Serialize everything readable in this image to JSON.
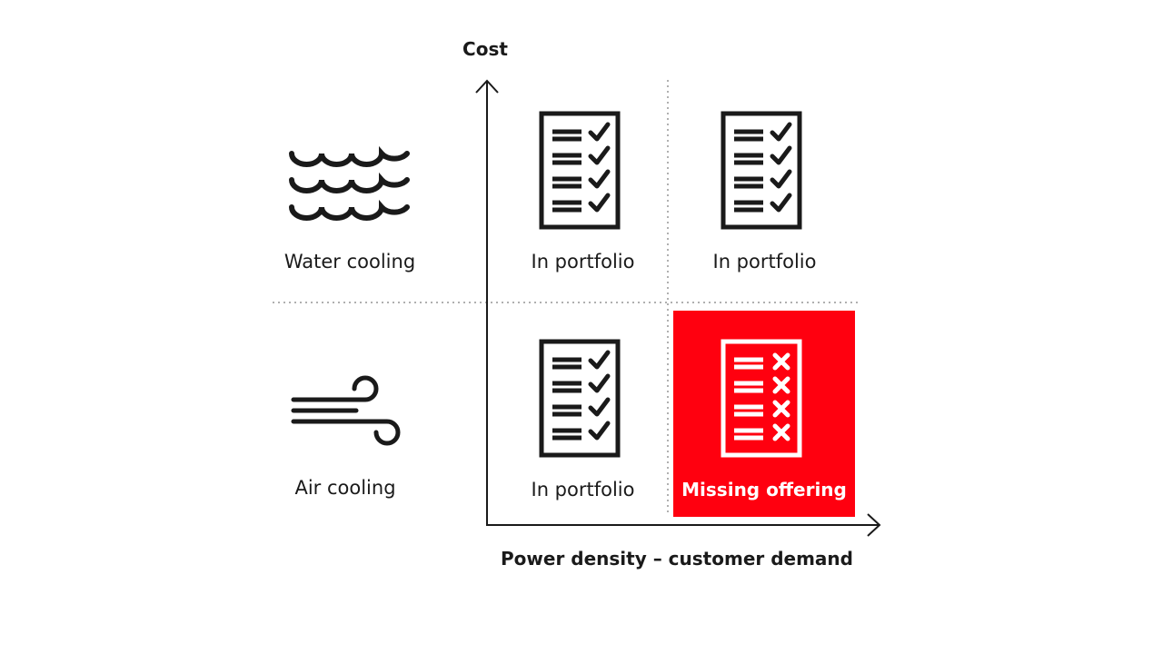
{
  "axes": {
    "y_title": "Cost",
    "x_title": "Power density – customer demand"
  },
  "rows": {
    "top_label": "Water cooling",
    "bottom_label": "Air cooling"
  },
  "cells": {
    "top_left": {
      "label": "In portfolio",
      "status": "checked"
    },
    "top_right": {
      "label": "In portfolio",
      "status": "checked"
    },
    "bottom_left": {
      "label": "In portfolio",
      "status": "checked"
    },
    "bottom_right": {
      "label": "Missing offering",
      "status": "missing"
    }
  },
  "colors": {
    "ink": "#1a1a1a",
    "accent": "#ff000f",
    "grid": "#b0b0b0"
  }
}
